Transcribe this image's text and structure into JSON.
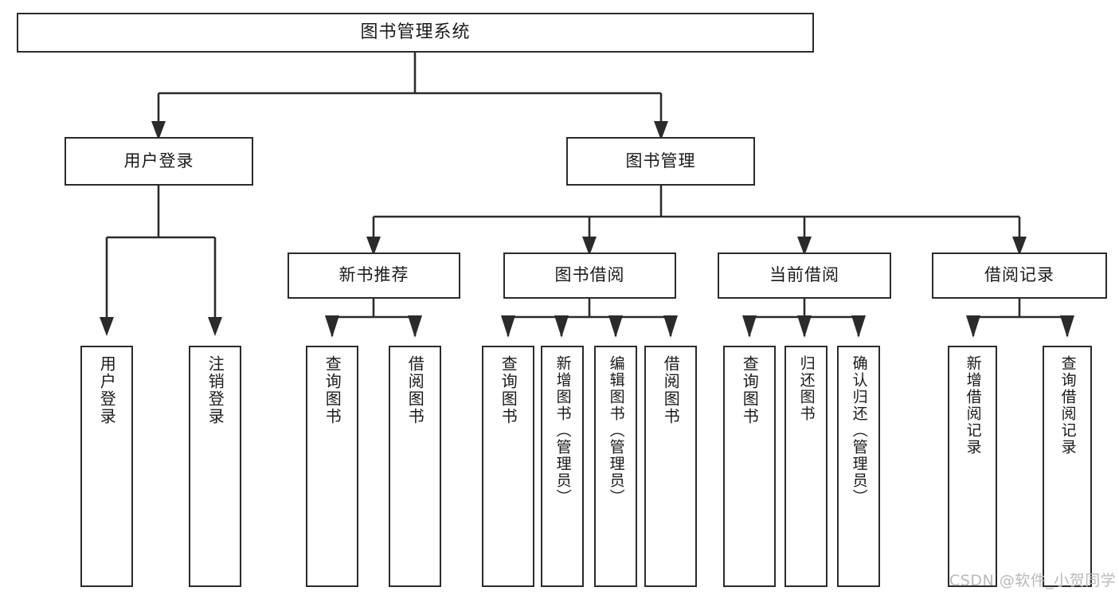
{
  "diagram": {
    "type": "tree-hierarchy",
    "title": "图书管理系统",
    "orientation": "top-down",
    "stroke_color": "#2b2b2b",
    "background_color": "#ffffff",
    "text_color": "#1a1a1a",
    "root": {
      "label": "图书管理系统",
      "text_direction": "horizontal"
    },
    "level2": [
      {
        "label": "用户登录",
        "text_direction": "horizontal"
      },
      {
        "label": "图书管理",
        "text_direction": "horizontal"
      }
    ],
    "level3": [
      {
        "label": "新书推荐",
        "text_direction": "horizontal",
        "parent": "图书管理"
      },
      {
        "label": "图书借阅",
        "text_direction": "horizontal",
        "parent": "图书管理"
      },
      {
        "label": "当前借阅",
        "text_direction": "horizontal",
        "parent": "图书管理"
      },
      {
        "label": "借阅记录",
        "text_direction": "horizontal",
        "parent": "图书管理"
      }
    ],
    "leaves": {
      "用户登录": [
        {
          "label": "用户登录",
          "text_direction": "vertical"
        },
        {
          "label": "注销登录",
          "text_direction": "vertical"
        }
      ],
      "新书推荐": [
        {
          "label": "查询图书",
          "text_direction": "vertical"
        },
        {
          "label": "借阅图书",
          "text_direction": "vertical"
        }
      ],
      "图书借阅": [
        {
          "label": "查询图书",
          "text_direction": "vertical"
        },
        {
          "label": "新增图书（管理员）",
          "text_direction": "vertical"
        },
        {
          "label": "编辑图书（管理员）",
          "text_direction": "vertical"
        },
        {
          "label": "借阅图书",
          "text_direction": "vertical"
        }
      ],
      "当前借阅": [
        {
          "label": "查询图书",
          "text_direction": "vertical"
        },
        {
          "label": "归还图书",
          "text_direction": "vertical"
        },
        {
          "label": "确认归还（管理员）",
          "text_direction": "vertical"
        }
      ],
      "借阅记录": [
        {
          "label": "新增借阅记录",
          "text_direction": "vertical"
        },
        {
          "label": "查询借阅记录",
          "text_direction": "vertical"
        }
      ]
    }
  },
  "watermark": {
    "text": "CSDN @软件_小贺同学",
    "color": "#b9b9b9"
  }
}
